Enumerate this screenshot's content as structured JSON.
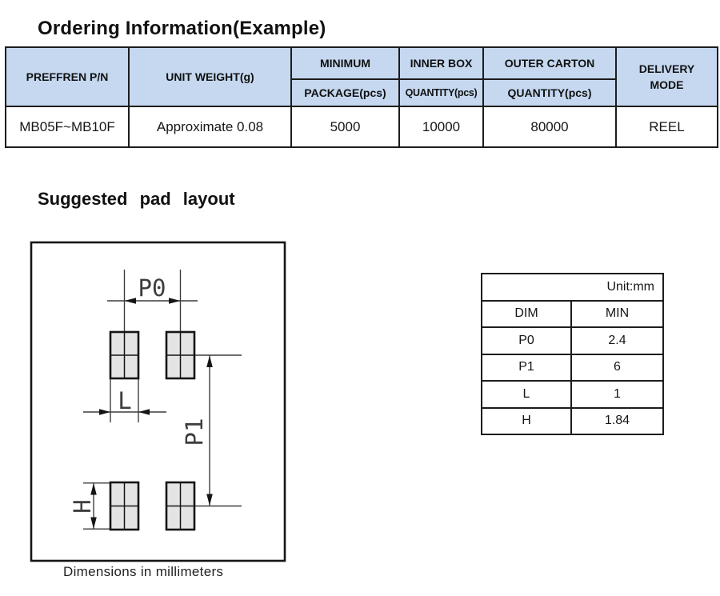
{
  "page": {
    "ordering_heading": "Ordering Information(Example)",
    "pad_heading": "Suggested pad layout",
    "caption": "Dimensions in millimeters"
  },
  "ordering_table": {
    "header": {
      "col1": "PREFFREN P/N",
      "col2": "UNIT WEIGHT(g)",
      "col3_top": "MINIMUM",
      "col3_bottom": "PACKAGE(pcs)",
      "col4_top": "INNER BOX",
      "col4_bottom": "QUANTITY(pcs)",
      "col5_top": "OUTER CARTON",
      "col5_bottom": "QUANTITY(pcs)",
      "col6": "DELIVERY MODE"
    },
    "row": {
      "pn": "MB05F~MB10F",
      "weight": "Approximate 0.08",
      "package": "5000",
      "inner": "10000",
      "outer": "80000",
      "delivery": "REEL"
    }
  },
  "dim_table": {
    "unit_label": "Unit:mm",
    "headers": [
      "DIM",
      "MIN"
    ],
    "rows": [
      [
        "P0",
        "2.4"
      ],
      [
        "P1",
        "6"
      ],
      [
        "L",
        "1"
      ],
      [
        "H",
        "1.84"
      ]
    ]
  },
  "diagram": {
    "labels": {
      "p0": "P0",
      "p1": "P1",
      "l": "L",
      "h": "H"
    }
  },
  "colors": {
    "header_bg": "#c5d8f0",
    "line": "#3d3d3d",
    "pad_fill": "#e4e4e4",
    "pad_border": "#151515"
  }
}
